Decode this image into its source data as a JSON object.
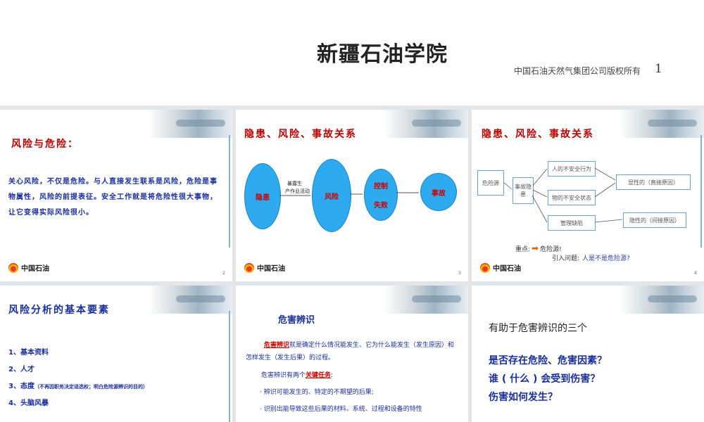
{
  "header": {
    "title": "新疆石油学院",
    "copyright": "中国石油天然气集团公司版权所有",
    "page": "1"
  },
  "slides": {
    "s2": {
      "heading": "风险与危险：",
      "body": "关心风险，不仅是危险。与人直接发生联系是风险，危险是事物属性，风险的前提表征。安全工作就是将危险性很大事物，让它变得实际风险很小。",
      "logo": "中国石油",
      "num": "2"
    },
    "s3": {
      "heading": "隐患、风险、事故关系",
      "n1": "隐患",
      "mid1": "暴露生",
      "mid2": "产",
      "mid3": "作业活动",
      "n2": "风险",
      "n3a": "控制",
      "n3b": "失败",
      "n4": "事故",
      "logo": "中国石油",
      "num": "3"
    },
    "s4": {
      "heading": "隐患、风险、事故关系",
      "b_source": "危险源",
      "b_hidden": "事故隐患",
      "b_act": "人的不安全行为",
      "b_state": "物的不安全状态",
      "b_mgmt": "管理缺陷",
      "b_direct": "显性的（直接原因）",
      "b_indirect": "隐性的（间接原因）",
      "key_label": "重点:",
      "key_text": "危险源!",
      "intro_label": "引入问题:",
      "intro_q": "人是不是危险源?",
      "logo": "中国石油",
      "num": "4"
    },
    "s5": {
      "heading": "风险分析的基本要素",
      "items": [
        "1、基本资料",
        "2、人才",
        "3、态度",
        "4、头脑风暴"
      ],
      "note": "（不再因职务决定适选权；明白危险源辨识的目的）"
    },
    "s6": {
      "heading": "危害辨识",
      "term": "危害辨识",
      "def": "就是确定什么情况能发生、它为什么能发生（发生原因）和怎样发生（发生后果）的过程。",
      "tasks_pre": "危害辨识有两个",
      "tasks_key": "关键任务",
      "tasks_post": ":",
      "bullet1": "辨识可能发生的、特定的不期望的后果;",
      "bullet2": "识别出能导致这些后果的材料、系统、过程和设备的特性"
    },
    "s7": {
      "heading": "有助于危害辨识的三个",
      "q1": "是否存在危险、危害因素？",
      "q2": "谁 ( 什么 ) 会受到伤害？",
      "q3": "伤害如何发生？"
    }
  }
}
